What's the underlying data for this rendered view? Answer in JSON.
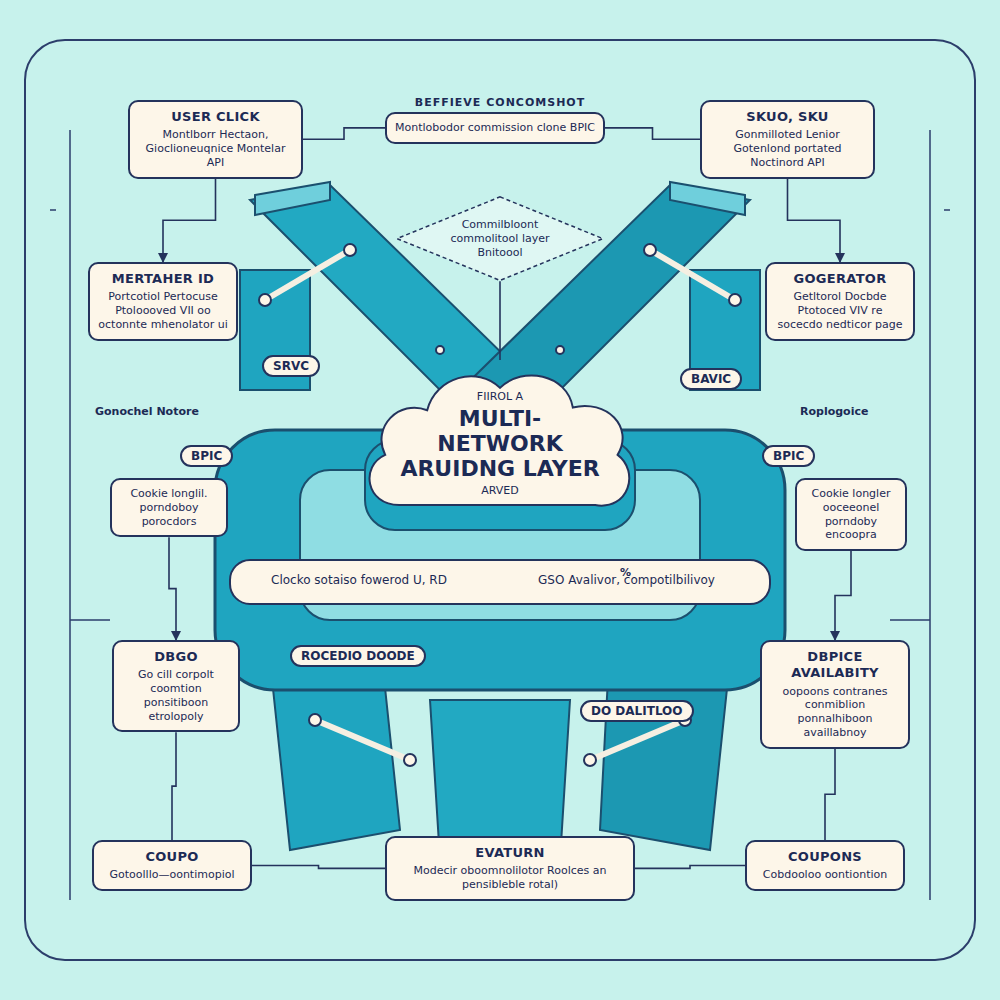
{
  "diagram": {
    "title": "BEFFIEVE CONCOMSHOT",
    "nodes": [
      {
        "text": [
          "USER CLICK",
          "Montlborr Hectaon, Gioclioneuqnice Montelar API"
        ]
      },
      {
        "text": [
          "Montlobodor commission clone BPIC"
        ]
      },
      {
        "text": [
          "SKUO, SKU",
          "Gonmilloted Lenior Gotenlond portated Noctinord API"
        ]
      },
      {
        "text": [
          "Commilbloont commolitool layer Bnitoool"
        ]
      },
      {
        "text": [
          "MERTAHER ID",
          "Portcotiol Pertocuse Ptoloooved VII oo octonnte mhenolator ui"
        ]
      },
      {
        "text": [
          "GOGERATOR",
          "Getltorol Docbde Ptotoced VIV re socecdo nedticor page"
        ]
      },
      {
        "text": [
          "FIIROL A",
          "MULTI-NETWORK ARUIDNG LAYER",
          "ARVED"
        ]
      },
      {
        "text": [
          "Cookie longlil. porndoboy porocdors"
        ]
      },
      {
        "text": [
          "Cookie longler ooceeonel porndoby encoopra"
        ]
      },
      {
        "text": [
          "DBGO",
          "Go cill corpolt coomtion ponsitiboon etrolopoly"
        ]
      },
      {
        "text": [
          "DBPICE AVAILABITY",
          "oopoons contranes conmiblion ponnalhiboon availlabnoy"
        ]
      },
      {
        "text": [
          "COUPO",
          "Gotoolllo—oontimopiol"
        ]
      },
      {
        "text": [
          "COUPONS",
          "Cobdooloo oontiontion"
        ]
      },
      {
        "text": [
          "EVATURN",
          "Modecir oboomnolilotor Roolces an pensibleble rotal)"
        ]
      }
    ],
    "edges": [
      {
        "from": 1,
        "to": 0,
        "arrow": "none"
      },
      {
        "from": 1,
        "to": 2,
        "arrow": "none"
      },
      {
        "from": 0,
        "to": 4,
        "arrow": "to"
      },
      {
        "from": 2,
        "to": 5,
        "arrow": "to"
      },
      {
        "from": 7,
        "to": 9,
        "arrow": "to"
      },
      {
        "from": 8,
        "to": 10,
        "arrow": "to"
      },
      {
        "from": 9,
        "to": 11,
        "arrow": "none"
      },
      {
        "from": 10,
        "to": 12,
        "arrow": "none"
      },
      {
        "from": 11,
        "to": 13,
        "arrow": "none"
      },
      {
        "from": 12,
        "to": 13,
        "arrow": "none"
      },
      {
        "from": 3,
        "to": 6,
        "arrow": "none"
      }
    ],
    "labels": [
      "Gonochel Notore",
      "Roplogoice",
      "SRVC",
      "BAVIC",
      "BPIC",
      "BPIC",
      "Clocko sotaiso fowerod U, RD",
      "GSO Avalivor, compotilbilivoy",
      "ROCEDIO DOODE",
      "DO DALITLOO",
      "%"
    ]
  }
}
